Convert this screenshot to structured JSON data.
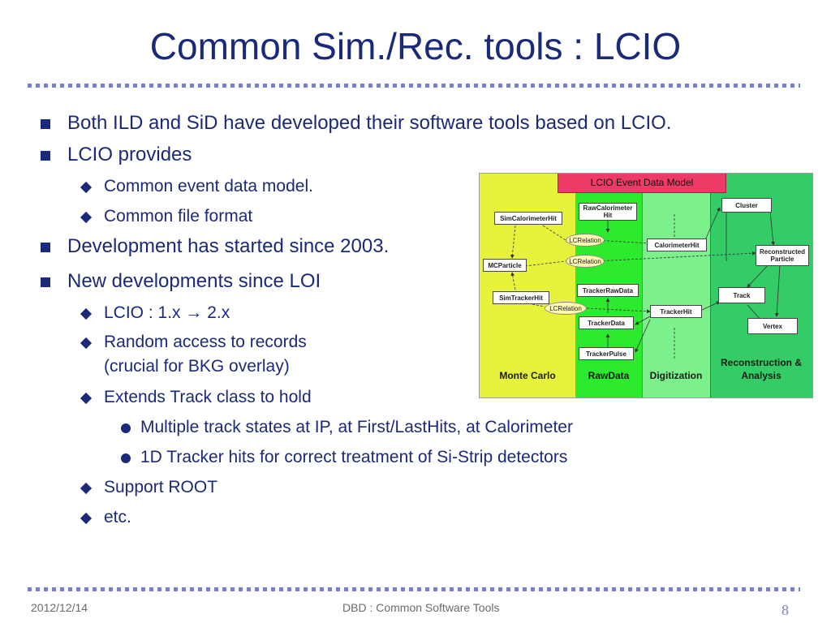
{
  "slide": {
    "title": "Common Sim./Rec. tools : LCIO",
    "bullets": {
      "b1": "Both ILD and SiD have developed their software tools based on LCIO.",
      "b2": "LCIO provides",
      "b2_1": "Common event data model.",
      "b2_2": "Common file format",
      "b3": "Development has started since 2003.",
      "b4": "New developments since LOI",
      "b4_1": "LCIO : 1.x → 2.x",
      "b4_2a": "Random access to records",
      "b4_2b": "(crucial for BKG overlay)",
      "b4_3": "Extends Track class to hold",
      "b4_3_1": "Multiple track states at IP, at First/LastHits, at Calorimeter",
      "b4_3_2": "1D Tracker hits for correct treatment of Si-Strip detectors",
      "b4_4": "Support ROOT",
      "b4_5": "etc."
    },
    "footer": {
      "date": "2012/12/14",
      "center": "DBD : Common Software Tools",
      "page": "8"
    }
  },
  "diagram": {
    "title": "LCIO Event Data Model",
    "bands": {
      "montecarlo": "Monte Carlo",
      "rawdata": "RawData",
      "digitization": "Digitization",
      "reco1": "Reconstruction &",
      "reco2": "Analysis"
    },
    "boxes": {
      "simcal": "SimCalorimeterHit",
      "mcparticle": "MCParticle",
      "simtracker": "SimTrackerHit",
      "rawcal1": "RawCalorimeter",
      "rawcal2": "Hit",
      "trackerraw": "TrackerRawData",
      "trackerdata": "TrackerData",
      "trackerpulse": "TrackerPulse",
      "calhit": "CalorimeterHit",
      "trackerhit": "TrackerHit",
      "cluster": "Cluster",
      "recopart1": "Reconstructed",
      "recopart2": "Particle",
      "track": "Track",
      "vertex": "Vertex"
    },
    "relations": {
      "r1": "LCRelation",
      "r2": "LCRelation",
      "r3": "LCRelation"
    },
    "colors": {
      "montecarlo": "#e6f23c",
      "rawdata": "#2eea2e",
      "digitization": "#7cf08a",
      "reco": "#33cc66",
      "title_bg": "#ee3a66"
    }
  }
}
